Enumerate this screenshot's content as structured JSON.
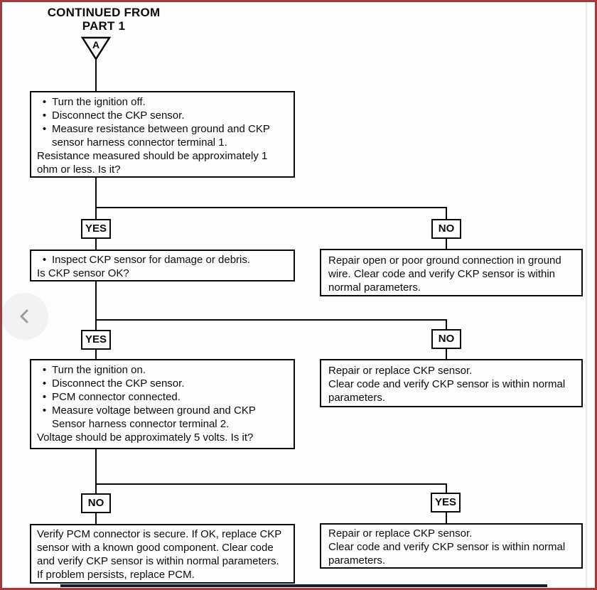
{
  "viewer": {
    "prev_button_icon": "chevron-left",
    "colors": {
      "frame_red": "#a53a3c",
      "bottom_bar": "#151b2e",
      "chevron_gray": "#9b9b9b",
      "chevron_circle_bg": "#f2f2f2"
    }
  },
  "flowchart": {
    "bullet_glyph": "•",
    "header": {
      "line1": "CONTINUED FROM",
      "line2": "PART 1"
    },
    "connector_a": "A",
    "branch_labels": [
      {
        "left": "YES",
        "right": "NO"
      },
      {
        "left": "YES",
        "right": "NO"
      },
      {
        "left": "NO",
        "right": "YES"
      }
    ],
    "boxes": {
      "step1": {
        "bullets": [
          "Turn the ignition off.",
          "Disconnect the CKP sensor.",
          "Measure resistance between ground and CKP sensor harness connector terminal 1."
        ],
        "question": "Resistance measured should be approximately 1 ohm or less. Is it?"
      },
      "repair_ground": {
        "text": "Repair open or poor ground connection in ground wire. Clear code and verify CKP sensor is within normal parameters."
      },
      "step2": {
        "bullets": [
          "Inspect CKP sensor for damage or debris."
        ],
        "question": "Is CKP sensor OK?"
      },
      "replace_sensor_mid": {
        "lines": [
          "Repair or replace CKP sensor.",
          "Clear code and verify CKP sensor is within normal parameters."
        ]
      },
      "step3": {
        "bullets": [
          "Turn the ignition on.",
          "Disconnect the CKP sensor.",
          "PCM connector connected.",
          "Measure voltage between ground and CKP Sensor harness connector terminal 2."
        ],
        "question": "Voltage should be approximately 5 volts. Is it?"
      },
      "verify_pcm": {
        "text": "Verify PCM connector is secure. If OK, replace CKP sensor with a known good component. Clear code and verify CKP sensor is within normal parameters.  If problem persists, replace PCM."
      },
      "replace_sensor_bottom": {
        "lines": [
          "Repair or replace CKP sensor.",
          "Clear code and verify CKP sensor is within normal parameters."
        ]
      }
    }
  }
}
